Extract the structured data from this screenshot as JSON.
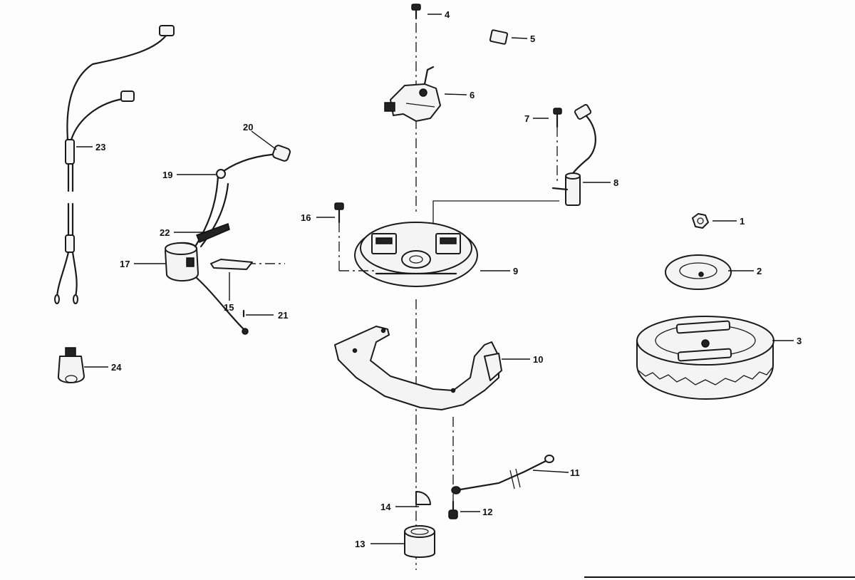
{
  "callouts": [
    {
      "id": "c1",
      "text": "1"
    },
    {
      "id": "c2",
      "text": "2"
    },
    {
      "id": "c3",
      "text": "3"
    },
    {
      "id": "c4",
      "text": "4"
    },
    {
      "id": "c5",
      "text": "5"
    },
    {
      "id": "c6",
      "text": "6"
    },
    {
      "id": "c7",
      "text": "7"
    },
    {
      "id": "c8",
      "text": "8"
    },
    {
      "id": "c9",
      "text": "9"
    },
    {
      "id": "c10",
      "text": "10"
    },
    {
      "id": "c11",
      "text": "11"
    },
    {
      "id": "c12",
      "text": "12"
    },
    {
      "id": "c13",
      "text": "13"
    },
    {
      "id": "c14",
      "text": "14"
    },
    {
      "id": "c15",
      "text": "15"
    },
    {
      "id": "c16",
      "text": "16"
    },
    {
      "id": "c17",
      "text": "17"
    },
    {
      "id": "c19",
      "text": "19"
    },
    {
      "id": "c20",
      "text": "20"
    },
    {
      "id": "c21",
      "text": "21"
    },
    {
      "id": "c22",
      "text": "22"
    },
    {
      "id": "c23",
      "text": "23"
    },
    {
      "id": "c24",
      "text": "24"
    }
  ]
}
